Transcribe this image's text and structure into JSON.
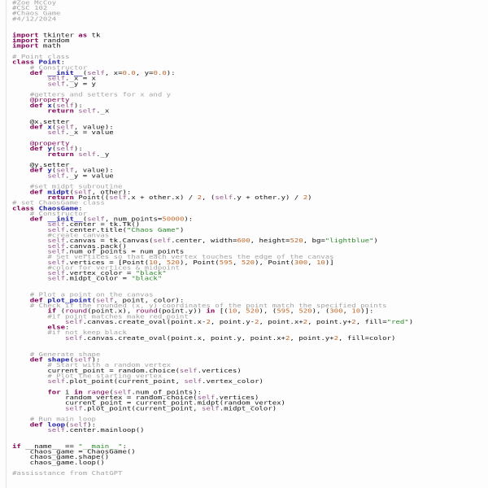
{
  "editor": {
    "header": [
      [
        [
          "c",
          "#Zoe McCoy"
        ]
      ],
      [
        [
          "c",
          "#CSC 102"
        ]
      ],
      [
        [
          "c",
          "#Chaos Game"
        ]
      ],
      [
        [
          "c",
          "#4/12/2024"
        ]
      ]
    ],
    "lines": [
      [
        [
          "k",
          "import"
        ],
        [
          "p",
          " tkinter "
        ],
        [
          "k",
          "as"
        ],
        [
          "p",
          " tk"
        ]
      ],
      [
        [
          "k",
          "import"
        ],
        [
          "p",
          " random"
        ]
      ],
      [
        [
          "k",
          "import"
        ],
        [
          "p",
          " math"
        ]
      ],
      [],
      [
        [
          "c",
          "# Point class"
        ]
      ],
      [
        [
          "k",
          "class"
        ],
        [
          "p",
          " "
        ],
        [
          "f",
          "Point"
        ],
        [
          "p",
          ":"
        ]
      ],
      [
        [
          "p",
          "    "
        ],
        [
          "c",
          "# Constructor"
        ]
      ],
      [
        [
          "p",
          "    "
        ],
        [
          "k",
          "def"
        ],
        [
          "p",
          " "
        ],
        [
          "f",
          "__init__"
        ],
        [
          "p",
          "("
        ],
        [
          "s",
          "self"
        ],
        [
          "p",
          ", x="
        ],
        [
          "n",
          "0.0"
        ],
        [
          "p",
          ", y="
        ],
        [
          "n",
          "0.0"
        ],
        [
          "p",
          "):"
        ]
      ],
      [
        [
          "p",
          "        "
        ],
        [
          "s",
          "self"
        ],
        [
          "p",
          "._x = x"
        ]
      ],
      [
        [
          "p",
          "        "
        ],
        [
          "s",
          "self"
        ],
        [
          "p",
          "._y = y"
        ]
      ],
      [],
      [
        [
          "p",
          "    "
        ],
        [
          "c",
          "#getters and setters for x and y"
        ]
      ],
      [
        [
          "p",
          "    "
        ],
        [
          "d",
          "@property"
        ]
      ],
      [
        [
          "p",
          "    "
        ],
        [
          "k",
          "def"
        ],
        [
          "p",
          " "
        ],
        [
          "f",
          "x"
        ],
        [
          "p",
          "("
        ],
        [
          "s",
          "self"
        ],
        [
          "p",
          "):"
        ]
      ],
      [
        [
          "p",
          "        "
        ],
        [
          "k",
          "return"
        ],
        [
          "p",
          " "
        ],
        [
          "s",
          "self"
        ],
        [
          "p",
          "._x"
        ]
      ],
      [],
      [
        [
          "p",
          "    @x.setter"
        ]
      ],
      [
        [
          "p",
          "    "
        ],
        [
          "k",
          "def"
        ],
        [
          "p",
          " "
        ],
        [
          "f",
          "x"
        ],
        [
          "p",
          "("
        ],
        [
          "s",
          "self"
        ],
        [
          "p",
          ", value):"
        ]
      ],
      [
        [
          "p",
          "        "
        ],
        [
          "s",
          "self"
        ],
        [
          "p",
          "._x = value"
        ]
      ],
      [],
      [
        [
          "p",
          "    "
        ],
        [
          "d",
          "@property"
        ]
      ],
      [
        [
          "p",
          "    "
        ],
        [
          "k",
          "def"
        ],
        [
          "p",
          " "
        ],
        [
          "f",
          "y"
        ],
        [
          "p",
          "("
        ],
        [
          "s",
          "self"
        ],
        [
          "p",
          "):"
        ]
      ],
      [
        [
          "p",
          "        "
        ],
        [
          "k",
          "return"
        ],
        [
          "p",
          " "
        ],
        [
          "s",
          "self"
        ],
        [
          "p",
          "._y"
        ]
      ],
      [],
      [
        [
          "p",
          "    @y.setter"
        ]
      ],
      [
        [
          "p",
          "    "
        ],
        [
          "k",
          "def"
        ],
        [
          "p",
          " "
        ],
        [
          "f",
          "y"
        ],
        [
          "p",
          "("
        ],
        [
          "s",
          "self"
        ],
        [
          "p",
          ", value):"
        ]
      ],
      [
        [
          "p",
          "        "
        ],
        [
          "s",
          "self"
        ],
        [
          "p",
          "._y = value"
        ]
      ],
      [],
      [
        [
          "p",
          "    "
        ],
        [
          "c",
          "#set midpt subroutine"
        ]
      ],
      [
        [
          "p",
          "    "
        ],
        [
          "k",
          "def"
        ],
        [
          "p",
          " "
        ],
        [
          "f",
          "midpt"
        ],
        [
          "p",
          "("
        ],
        [
          "s",
          "self"
        ],
        [
          "p",
          ", other):"
        ]
      ],
      [
        [
          "p",
          "        "
        ],
        [
          "k",
          "return"
        ],
        [
          "p",
          " Point(("
        ],
        [
          "s",
          "self"
        ],
        [
          "p",
          ".x + other.x) / "
        ],
        [
          "n",
          "2"
        ],
        [
          "p",
          ", ("
        ],
        [
          "s",
          "self"
        ],
        [
          "p",
          ".y + other.y) / "
        ],
        [
          "n",
          "2"
        ],
        [
          "p",
          ")"
        ]
      ],
      [
        [
          "c",
          "# set ChaosGame class"
        ]
      ],
      [
        [
          "k",
          "class"
        ],
        [
          "p",
          " "
        ],
        [
          "f",
          "ChaosGame"
        ],
        [
          "p",
          ":"
        ]
      ],
      [
        [
          "p",
          "    "
        ],
        [
          "c",
          "# Constructor"
        ]
      ],
      [
        [
          "p",
          "    "
        ],
        [
          "k",
          "def"
        ],
        [
          "p",
          " "
        ],
        [
          "f",
          "__init__"
        ],
        [
          "p",
          "("
        ],
        [
          "s",
          "self"
        ],
        [
          "p",
          ", num_points="
        ],
        [
          "n",
          "50000"
        ],
        [
          "p",
          "):"
        ]
      ],
      [
        [
          "p",
          "        "
        ],
        [
          "s",
          "self"
        ],
        [
          "p",
          ".center = tk.Tk()"
        ]
      ],
      [
        [
          "p",
          "        "
        ],
        [
          "s",
          "self"
        ],
        [
          "p",
          ".center.title("
        ],
        [
          "t",
          "\"Chaos Game\""
        ],
        [
          "p",
          ")"
        ]
      ],
      [
        [
          "p",
          "        "
        ],
        [
          "c",
          "#create canvas"
        ]
      ],
      [
        [
          "p",
          "        "
        ],
        [
          "s",
          "self"
        ],
        [
          "p",
          ".canvas = tk.Canvas("
        ],
        [
          "s",
          "self"
        ],
        [
          "p",
          ".center, width="
        ],
        [
          "n",
          "600"
        ],
        [
          "p",
          ", height="
        ],
        [
          "n",
          "520"
        ],
        [
          "p",
          ", bg="
        ],
        [
          "t",
          "\"lightblue\""
        ],
        [
          "p",
          ")"
        ]
      ],
      [
        [
          "p",
          "        "
        ],
        [
          "s",
          "self"
        ],
        [
          "p",
          ".canvas.pack()"
        ]
      ],
      [
        [
          "p",
          "        "
        ],
        [
          "s",
          "self"
        ],
        [
          "p",
          ".num_of_points = num_points"
        ]
      ],
      [
        [
          "p",
          "        "
        ],
        [
          "c",
          "# Set vertices so that each vertex touches the edge of the canvas"
        ]
      ],
      [
        [
          "p",
          "        "
        ],
        [
          "s",
          "self"
        ],
        [
          "p",
          ".vertices = [Point("
        ],
        [
          "n",
          "10"
        ],
        [
          "p",
          ", "
        ],
        [
          "n",
          "520"
        ],
        [
          "p",
          "), Point("
        ],
        [
          "n",
          "595"
        ],
        [
          "p",
          ", "
        ],
        [
          "n",
          "520"
        ],
        [
          "p",
          "), Point("
        ],
        [
          "n",
          "300"
        ],
        [
          "p",
          ", "
        ],
        [
          "n",
          "10"
        ],
        [
          "p",
          ")]"
        ]
      ],
      [
        [
          "p",
          "        "
        ],
        [
          "c",
          "#color for vertices & midpoint"
        ]
      ],
      [
        [
          "p",
          "        "
        ],
        [
          "s",
          "self"
        ],
        [
          "p",
          ".vertex_color = "
        ],
        [
          "t",
          "\"black\""
        ]
      ],
      [
        [
          "p",
          "        "
        ],
        [
          "s",
          "self"
        ],
        [
          "p",
          ".midpt_color = "
        ],
        [
          "t",
          "\"black\""
        ]
      ],
      [],
      [],
      [
        [
          "p",
          "    "
        ],
        [
          "c",
          "# Plot a point on the canvas"
        ]
      ],
      [
        [
          "p",
          "    "
        ],
        [
          "k",
          "def"
        ],
        [
          "p",
          " "
        ],
        [
          "f",
          "plot_point"
        ],
        [
          "p",
          "("
        ],
        [
          "s",
          "self"
        ],
        [
          "p",
          ", point, color):"
        ]
      ],
      [
        [
          "p",
          "    "
        ],
        [
          "c",
          "# Check if the rounded (x, y) coordinates of the point match the specified points"
        ]
      ],
      [
        [
          "p",
          "        "
        ],
        [
          "k",
          "if"
        ],
        [
          "p",
          " ("
        ],
        [
          "b",
          "round"
        ],
        [
          "p",
          "(point.x), "
        ],
        [
          "b",
          "round"
        ],
        [
          "p",
          "(point.y)) "
        ],
        [
          "k",
          "in"
        ],
        [
          "p",
          " [("
        ],
        [
          "n",
          "10"
        ],
        [
          "p",
          ", "
        ],
        [
          "n",
          "520"
        ],
        [
          "p",
          "), ("
        ],
        [
          "n",
          "595"
        ],
        [
          "p",
          ", "
        ],
        [
          "n",
          "520"
        ],
        [
          "p",
          "), ("
        ],
        [
          "n",
          "300"
        ],
        [
          "p",
          ", "
        ],
        [
          "n",
          "10"
        ],
        [
          "p",
          ")]:"
        ]
      ],
      [
        [
          "p",
          "        "
        ],
        [
          "c",
          "#if point matches make red point"
        ]
      ],
      [
        [
          "p",
          "            "
        ],
        [
          "s",
          "self"
        ],
        [
          "p",
          ".canvas.create_oval(point.x-"
        ],
        [
          "n",
          "2"
        ],
        [
          "p",
          ", point.y-"
        ],
        [
          "n",
          "2"
        ],
        [
          "p",
          ", point.x+"
        ],
        [
          "n",
          "2"
        ],
        [
          "p",
          ", point.y+"
        ],
        [
          "n",
          "2"
        ],
        [
          "p",
          ", fill="
        ],
        [
          "t",
          "\"red\""
        ],
        [
          "p",
          ")"
        ]
      ],
      [
        [
          "p",
          "        "
        ],
        [
          "k",
          "else"
        ],
        [
          "p",
          ":"
        ]
      ],
      [
        [
          "p",
          "        "
        ],
        [
          "c",
          "#if not keep black"
        ]
      ],
      [
        [
          "p",
          "            "
        ],
        [
          "s",
          "self"
        ],
        [
          "p",
          ".canvas.create_oval(point.x, point.y, point.x+"
        ],
        [
          "n",
          "2"
        ],
        [
          "p",
          ", point.y+"
        ],
        [
          "n",
          "2"
        ],
        [
          "p",
          ", fill=color)"
        ]
      ],
      [],
      [],
      [
        [
          "p",
          "    "
        ],
        [
          "c",
          "# Generate shape"
        ]
      ],
      [
        [
          "p",
          "    "
        ],
        [
          "k",
          "def"
        ],
        [
          "p",
          " "
        ],
        [
          "f",
          "shape"
        ],
        [
          "p",
          "("
        ],
        [
          "s",
          "self"
        ],
        [
          "p",
          "):"
        ]
      ],
      [
        [
          "p",
          "        "
        ],
        [
          "c",
          "# Start with a random vertex"
        ]
      ],
      [
        [
          "p",
          "        current_point = random.choice("
        ],
        [
          "s",
          "self"
        ],
        [
          "p",
          ".vertices)"
        ]
      ],
      [
        [
          "p",
          "        "
        ],
        [
          "c",
          "# Plot the starting vertex"
        ]
      ],
      [
        [
          "p",
          "        "
        ],
        [
          "s",
          "self"
        ],
        [
          "p",
          ".plot_point(current_point, "
        ],
        [
          "s",
          "self"
        ],
        [
          "p",
          ".vertex_color)"
        ]
      ],
      [],
      [
        [
          "p",
          "        "
        ],
        [
          "k",
          "for"
        ],
        [
          "p",
          " i "
        ],
        [
          "k",
          "in"
        ],
        [
          "p",
          " "
        ],
        [
          "b",
          "range"
        ],
        [
          "p",
          "("
        ],
        [
          "s",
          "self"
        ],
        [
          "p",
          ".num_of_points):"
        ]
      ],
      [
        [
          "p",
          "            random_vertex = random.choice("
        ],
        [
          "s",
          "self"
        ],
        [
          "p",
          ".vertices)"
        ]
      ],
      [
        [
          "p",
          "            current_point = current_point.midpt(random_vertex)"
        ]
      ],
      [
        [
          "p",
          "            "
        ],
        [
          "s",
          "self"
        ],
        [
          "p",
          ".plot_point(current_point, "
        ],
        [
          "s",
          "self"
        ],
        [
          "p",
          ".midpt_color)"
        ]
      ],
      [],
      [
        [
          "p",
          "    "
        ],
        [
          "c",
          "# Run main loop"
        ]
      ],
      [
        [
          "p",
          "    "
        ],
        [
          "k",
          "def"
        ],
        [
          "p",
          " "
        ],
        [
          "f",
          "loop"
        ],
        [
          "p",
          "("
        ],
        [
          "s",
          "self"
        ],
        [
          "p",
          "):"
        ]
      ],
      [
        [
          "p",
          "        "
        ],
        [
          "s",
          "self"
        ],
        [
          "p",
          ".center.mainloop()"
        ]
      ],
      [],
      [],
      [
        [
          "k",
          "if"
        ],
        [
          "p",
          " __name__ == "
        ],
        [
          "t",
          "\"__main__\""
        ],
        [
          "p",
          ":"
        ]
      ],
      [
        [
          "p",
          "    chaos_game = ChaosGame()"
        ]
      ],
      [
        [
          "p",
          "    chaos_game.shape()"
        ]
      ],
      [
        [
          "p",
          "    chaos_game.loop()"
        ]
      ],
      [],
      [
        [
          "c",
          "#assisstance from ChatGPT"
        ]
      ]
    ]
  }
}
